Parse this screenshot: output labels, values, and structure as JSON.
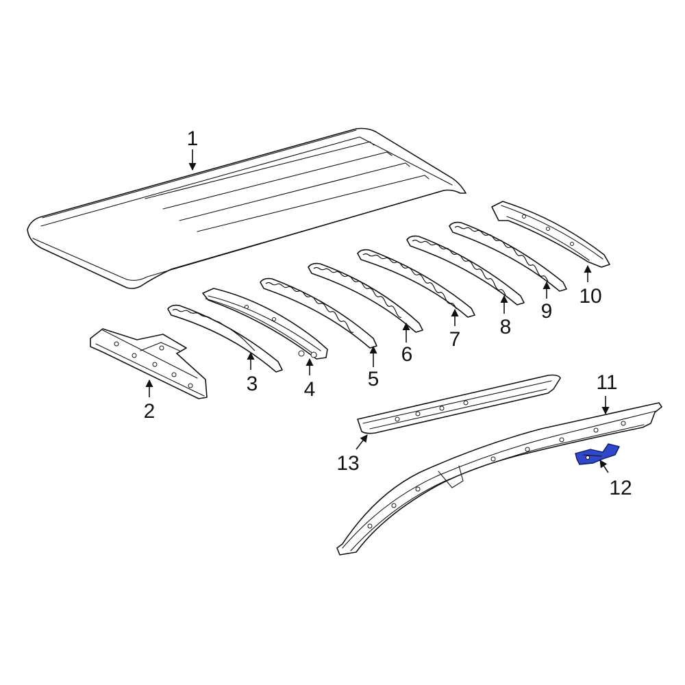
{
  "colors": {
    "line": "#111111",
    "background": "#ffffff",
    "highlight_part": "#2f47c8"
  },
  "callouts": [
    {
      "label": "1"
    },
    {
      "label": "2"
    },
    {
      "label": "3"
    },
    {
      "label": "4"
    },
    {
      "label": "5"
    },
    {
      "label": "6"
    },
    {
      "label": "7"
    },
    {
      "label": "8"
    },
    {
      "label": "9"
    },
    {
      "label": "10"
    },
    {
      "label": "11"
    },
    {
      "label": "12"
    },
    {
      "label": "13"
    }
  ]
}
